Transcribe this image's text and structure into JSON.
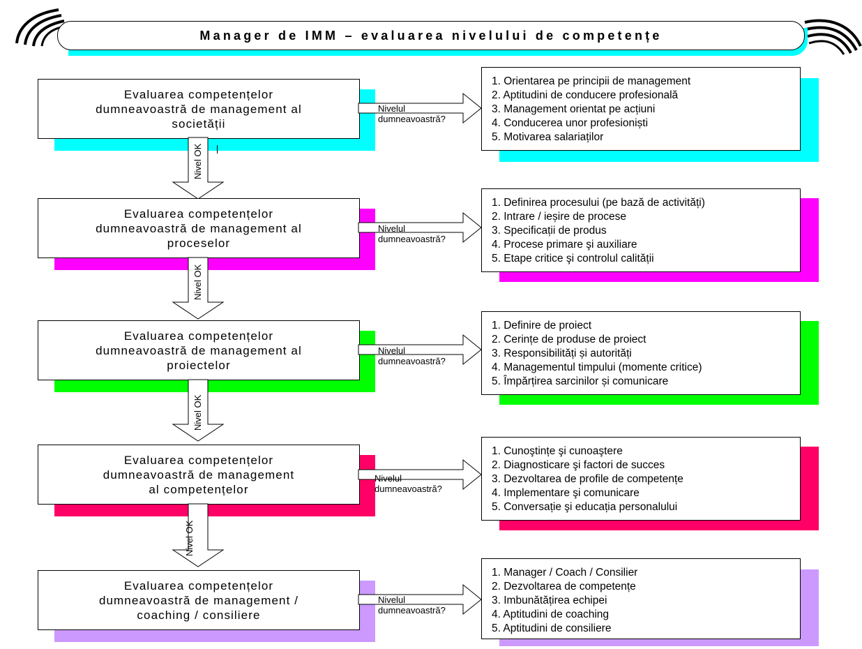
{
  "title": "Manager de IMM – evaluarea nivelului de competențe",
  "colors": {
    "accent_title": "#00ffff",
    "levels": [
      "#00ffff",
      "#ff00ff",
      "#00ff00",
      "#ff0066",
      "#cc99ff"
    ]
  },
  "levels": [
    {
      "box_text": "Evaluarea competențelor\ndumneavoastră de management al\nsocietății",
      "question": "Nivelul\ndumneavoastră?",
      "items": [
        "1. Orientarea pe principii de management",
        "2. Aptitudini de conducere profesională",
        "3. Management orientat pe acțiuni",
        "4. Conducerea unor profesioniști",
        "5. Motivarea salariaților"
      ],
      "ok_label": "Nivel OK"
    },
    {
      "box_text": "Evaluarea competențelor\ndumneavoastră de management al\nproceselor",
      "question": "Nivelul\ndumneavoastră?",
      "items": [
        "1. Definirea procesului (pe bază de activități)",
        "2. Intrare / ieșire de procese",
        "3. Specificații de produs",
        "4. Procese primare şi auxiliare",
        "5. Etape critice şi controlul calității"
      ],
      "ok_label": "Nivel OK"
    },
    {
      "box_text": "Evaluarea competențelor\ndumneavoastră de management al\nproiectelor",
      "question": "Nivelul\ndumneavoastră?",
      "items": [
        "1. Definire de proiect",
        "2. Cerințe de produse de proiect",
        "3. Responsibilități și autorități",
        "4. Managementul timpului (momente critice)",
        "5. Împărțirea sarcinilor și comunicare"
      ],
      "ok_label": "Nivel OK"
    },
    {
      "box_text": "Evaluarea competențelor\ndumneavoastră de management\nal competențelor",
      "question": "Nivelul\ndumneavoastră?",
      "items": [
        "1. Cunoştințe şi cunoaştere",
        "2. Diagnosticare şi factori de succes",
        "3. Dezvoltarea de profile de competențe",
        "4. Implementare şi comunicare",
        "5. Conversație şi educația personalului"
      ],
      "ok_label": "Nivel OK"
    },
    {
      "box_text": "Evaluarea competențelor\ndumneavoastră de management /\ncoaching  / consiliere",
      "question": "Nivelul\ndumneavoastră?",
      "items": [
        "1. Manager / Coach / Consilier",
        "2. Dezvoltarea de competențe",
        "3. Imbunătățirea echipei",
        "4. Aptitudini de coaching",
        "5. Aptitudini de consiliere"
      ]
    }
  ]
}
